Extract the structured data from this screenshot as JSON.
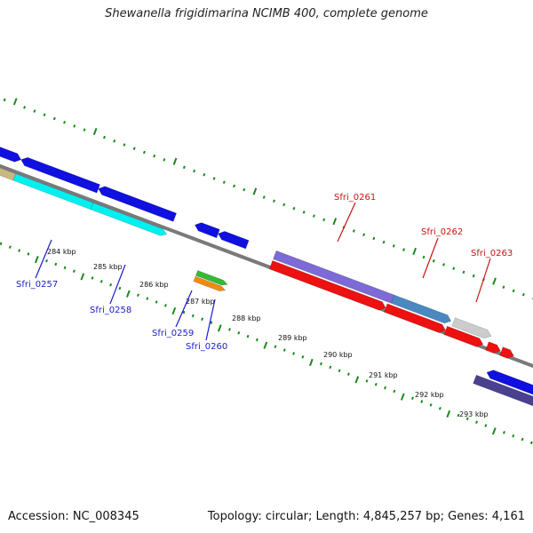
{
  "title": "Shewanella frigidimarina NCIMB 400, complete genome",
  "footer": {
    "accession": "Accession: NC_008345",
    "topology": "Topology: circular; Length: 4,845,257 bp; Genes: 4,161"
  },
  "colors": {
    "backbone": "#7a7a7a",
    "tick": "#1a8a1a",
    "label_blue": "#1a1acc",
    "label_red": "#cc1111",
    "blue": "#1010e0",
    "cyan": "#00f0f0",
    "tan": "#c8b882",
    "purple": "#7d6ad6",
    "steelblue": "#4a88c0",
    "red": "#ee1111",
    "grey": "#cccccc",
    "green": "#33bb33",
    "orange": "#f08a10",
    "darkpurple": "#4a4090"
  },
  "ticks": [
    "284 kbp",
    "285 kbp",
    "286 kbp",
    "287 kbp",
    "288 kbp",
    "289 kbp",
    "290 kbp",
    "291 kbp",
    "292 kbp",
    "293 kbp"
  ],
  "gene_labels": [
    {
      "name": "Sfri_0257",
      "color": "blue"
    },
    {
      "name": "Sfri_0258",
      "color": "blue"
    },
    {
      "name": "Sfri_0259",
      "color": "blue"
    },
    {
      "name": "Sfri_0260",
      "color": "blue"
    },
    {
      "name": "Sfri_0261",
      "color": "red"
    },
    {
      "name": "Sfri_0262",
      "color": "red"
    },
    {
      "name": "Sfri_0263",
      "color": "red"
    }
  ]
}
